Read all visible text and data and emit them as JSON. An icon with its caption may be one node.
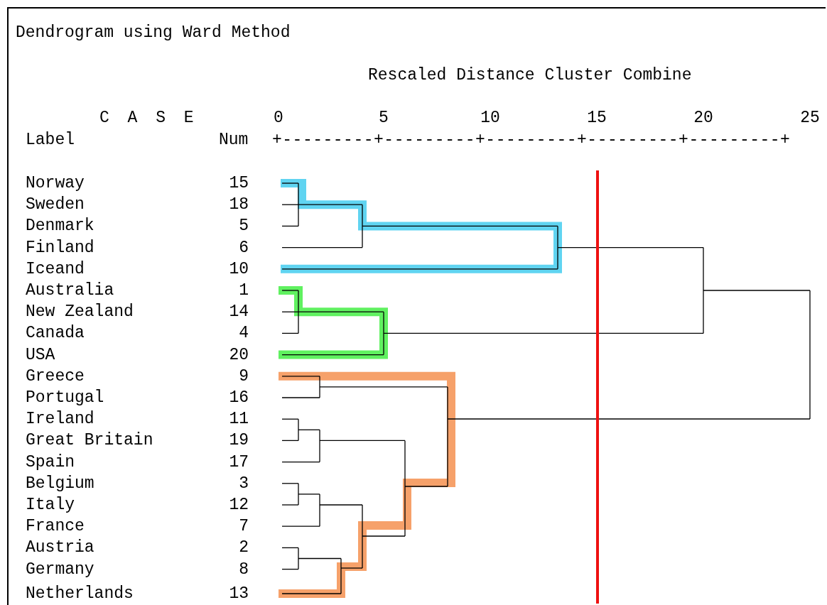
{
  "diagram": {
    "title": "Dendrogram using Ward Method",
    "labels": [
      "Rescaled Distance Cluster Combine",
      "C A S E",
      "0",
      "5",
      "10",
      "15",
      "20",
      "25",
      "Label",
      "Num",
      "+---------+---------+---------+---------+---------+",
      "Norway",
      "15",
      "Sweden",
      "18",
      "Denmark",
      "5",
      "Finland",
      "6",
      "Iceand",
      "10",
      "Australia",
      "1",
      "New Zealand",
      "14",
      "Canada",
      "4",
      "USA",
      "20",
      "Greece",
      "9",
      "Portugal",
      "16",
      "Ireland",
      "11",
      "Great Britain",
      "19",
      "Spain",
      "17",
      "Belgium",
      "3",
      "Italy",
      "12",
      "France",
      "7",
      "Austria",
      "2",
      "Germany",
      "8",
      "Netherlands",
      "13"
    ]
  }
}
